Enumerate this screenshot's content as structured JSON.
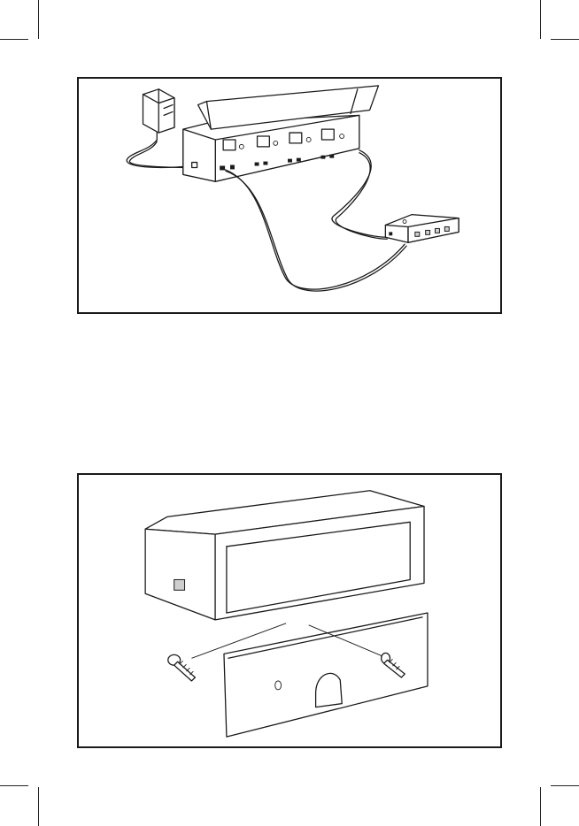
{
  "page": {
    "figures": [
      {
        "id": "figure-1",
        "subject": "power-strip-with-adapter-and-hub"
      },
      {
        "id": "figure-2",
        "subject": "wall-mounting-plate-with-screws"
      }
    ]
  },
  "colors": {
    "line": "#1a1a1a",
    "background": "#ffffff"
  }
}
